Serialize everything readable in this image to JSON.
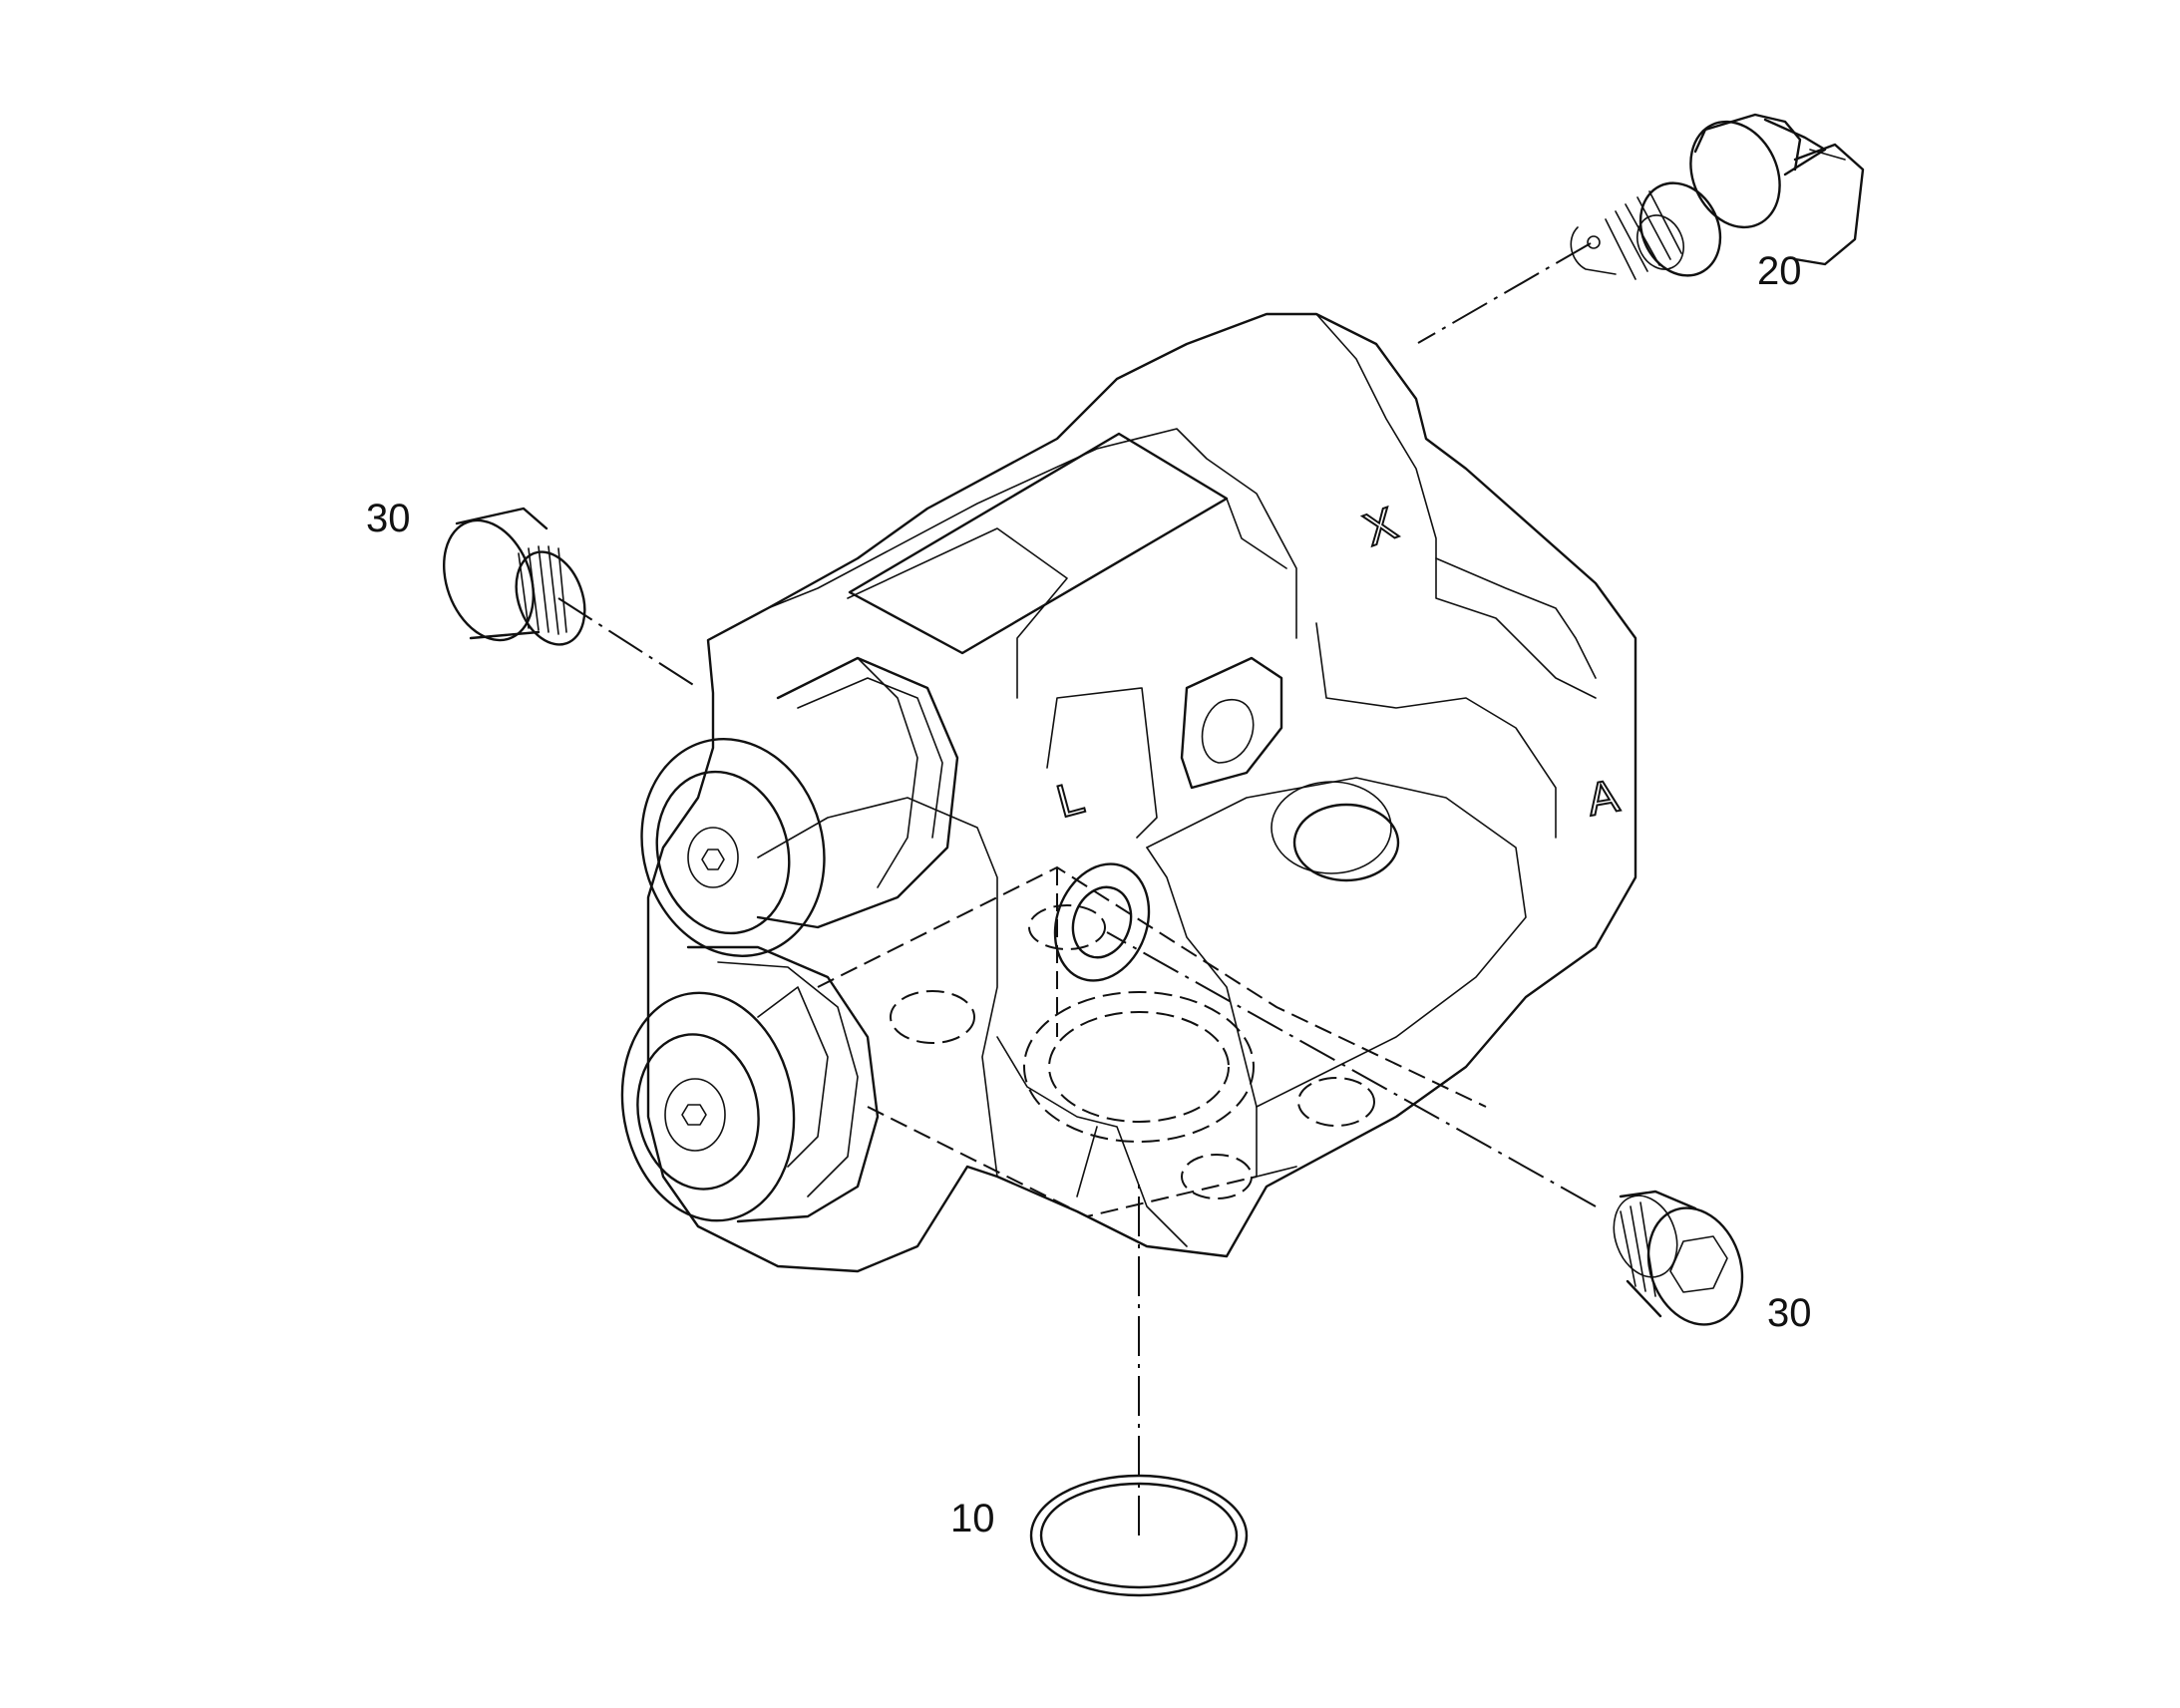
{
  "callouts": {
    "part_20": "20",
    "part_30_left": "30",
    "part_30_right": "30",
    "part_10": "10"
  },
  "port_markings": {
    "port_x": "X",
    "port_l": "L",
    "port_a": "A"
  },
  "colors": {
    "background": "#ffffff",
    "line": "#111111"
  }
}
